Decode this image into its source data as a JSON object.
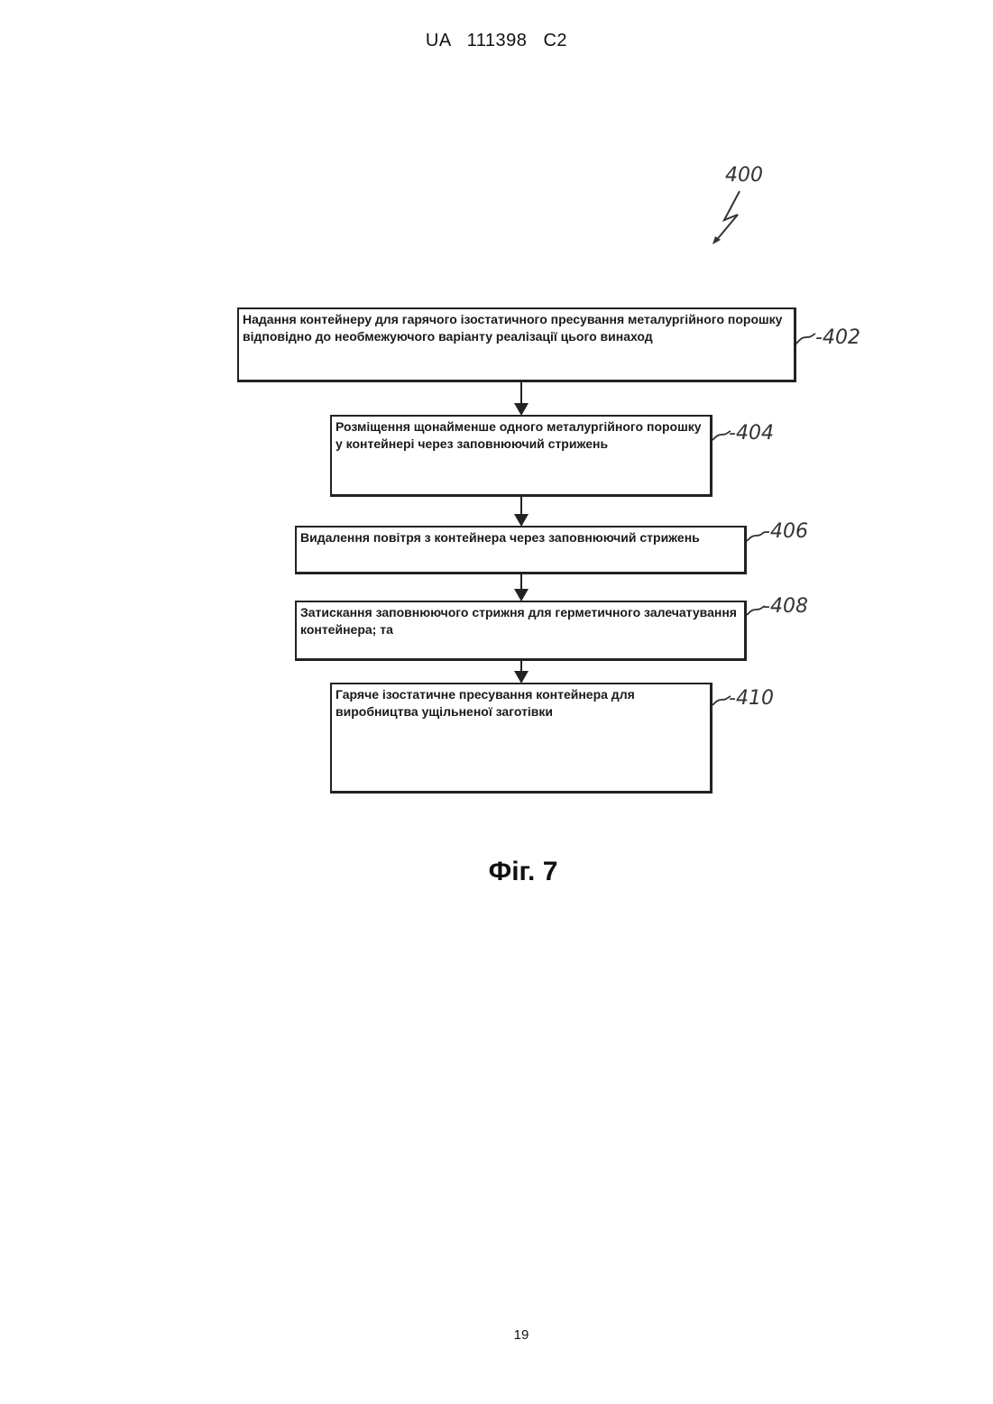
{
  "header": {
    "text": "UA   111398   C2"
  },
  "diagram": {
    "main_ref": "400",
    "steps": [
      {
        "ref": "402",
        "text": "Надання контейнеру для гарячого ізостатичного пресування металургійного порошку відповідно до необмежуючого варіанту реалізації цього винаход"
      },
      {
        "ref": "404",
        "text": "Розміщення щонайменше одного металургійного порошку у контейнері через заповнюючий стрижень"
      },
      {
        "ref": "406",
        "text": "Видалення повітря з контейнера через заповнюючий стрижень"
      },
      {
        "ref": "408",
        "text": "Затискання заповнюючого стрижня для герметичного залечатування контейнера; та"
      },
      {
        "ref": "410",
        "text": "Гаряче ізостатичне пресування контейнера для виробництва ущільненої заготівки"
      }
    ]
  },
  "caption": "Фіг. 7",
  "page_number": "19"
}
